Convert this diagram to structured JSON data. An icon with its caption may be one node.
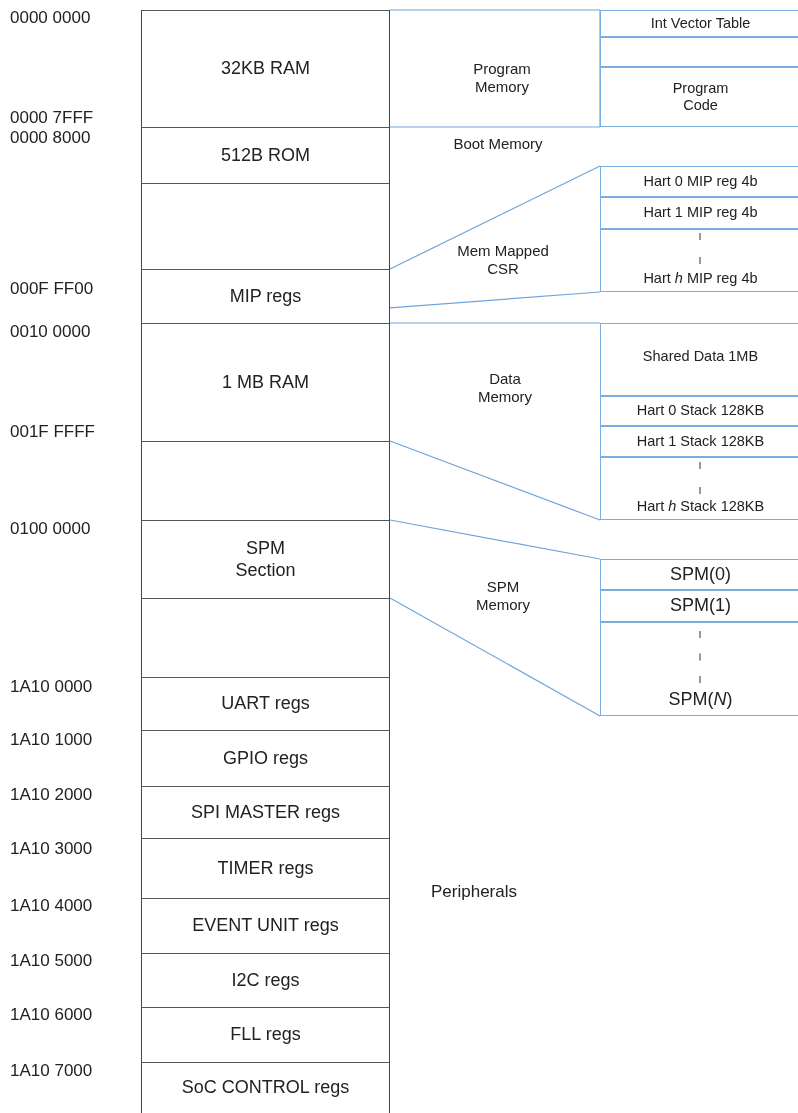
{
  "diagram": {
    "nodes": [
      {
        "text": [
          "32KB RAM"
        ]
      },
      {
        "text": [
          "512B ROM"
        ]
      },
      {
        "text": [],
        "shape": "box"
      },
      {
        "text": [
          "MIP regs"
        ]
      },
      {
        "text": [
          "1 MB RAM"
        ]
      },
      {
        "text": [],
        "shape": "box"
      },
      {
        "text": [
          "SPM Section"
        ]
      },
      {
        "text": [],
        "shape": "box"
      },
      {
        "text": [
          "UART regs"
        ]
      },
      {
        "text": [
          "GPIO regs"
        ]
      },
      {
        "text": [
          "SPI MASTER regs"
        ]
      },
      {
        "text": [
          "TIMER regs"
        ]
      },
      {
        "text": [
          "EVENT UNIT regs"
        ]
      },
      {
        "text": [
          "I2C regs"
        ]
      },
      {
        "text": [
          "FLL regs"
        ]
      },
      {
        "text": [
          "SoC CONTROL regs"
        ]
      },
      {
        "text": [
          "Int Vector Table"
        ]
      },
      {
        "text": [],
        "shape": "box"
      },
      {
        "text": [
          "Program Code"
        ]
      },
      {
        "text": [
          "Hart 0 MIP reg 4b"
        ]
      },
      {
        "text": [
          "Hart 1 MIP reg 4b"
        ]
      },
      {
        "text": [
          "Hart *h* MIP reg 4b"
        ]
      },
      {
        "text": [
          "Shared Data 1MB"
        ]
      },
      {
        "text": [
          "Hart 0 Stack 128KB"
        ]
      },
      {
        "text": [
          "Hart 1 Stack 128KB"
        ]
      },
      {
        "text": [
          "Hart *h* Stack 128KB"
        ]
      },
      {
        "text": [
          "SPM(0)"
        ]
      },
      {
        "text": [
          "SPM(1)"
        ]
      },
      {
        "text": [
          "SPM(*N*)"
        ]
      }
    ],
    "edges": [
      {
        "from": 0,
        "to": 16,
        "arrow": "none"
      },
      {
        "from": 0,
        "to": 18,
        "arrow": "none"
      },
      {
        "from": 3,
        "to": 19,
        "arrow": "none"
      },
      {
        "from": 3,
        "to": 21,
        "arrow": "none"
      },
      {
        "from": 4,
        "to": 22,
        "arrow": "none"
      },
      {
        "from": 4,
        "to": 25,
        "arrow": "none"
      },
      {
        "from": 6,
        "to": 26,
        "arrow": "none"
      },
      {
        "from": 6,
        "to": 28,
        "arrow": "none"
      }
    ],
    "labels": [
      "0000 0000",
      "Program Memory",
      "0000 7FFF",
      "0000 8000",
      "Boot Memory",
      "Mem Mapped CSR",
      "000F FF00",
      "0010 0000",
      "Data Memory",
      "001F FFFF",
      "0100 0000",
      "SPM Memory",
      "1A10 0000",
      "1A10 1000",
      "1A10 2000",
      "1A10 3000",
      "1A10 4000",
      "Peripherals",
      "1A10 5000",
      "1A10 6000",
      "1A10 7000"
    ]
  }
}
